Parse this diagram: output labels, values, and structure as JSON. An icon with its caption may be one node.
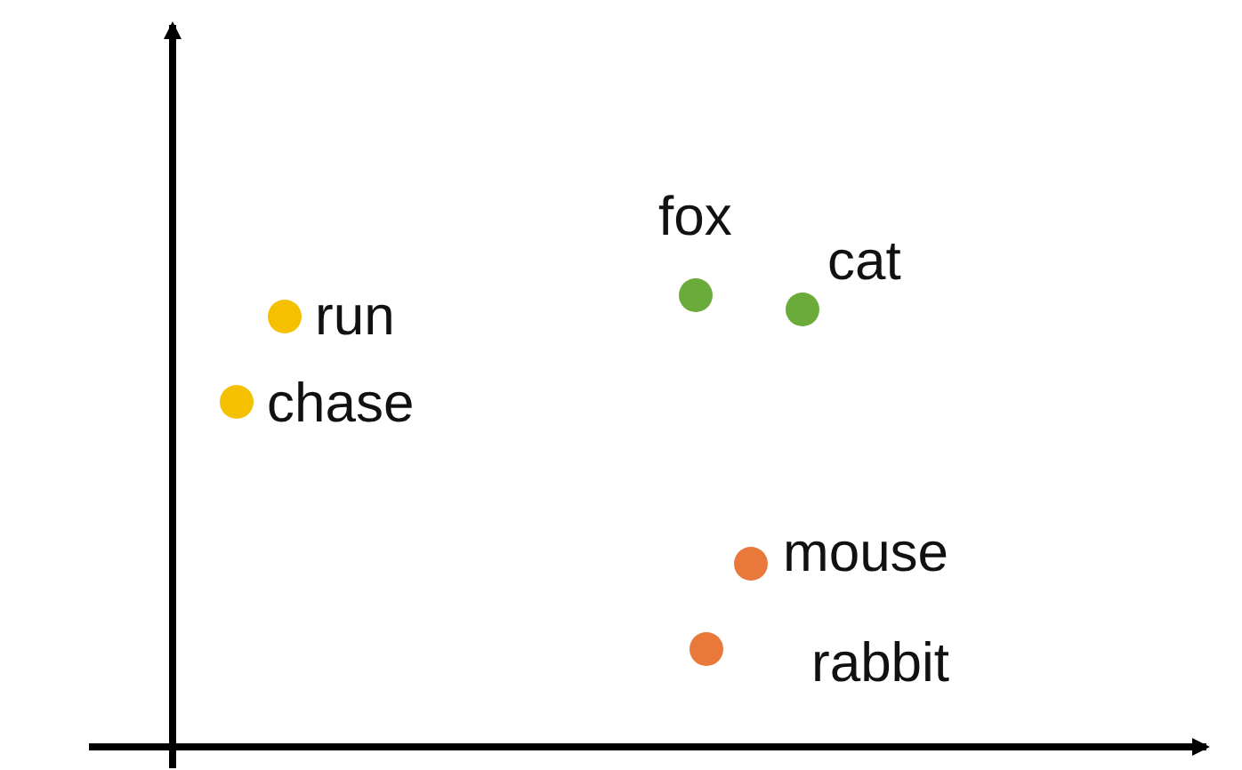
{
  "diagram": {
    "labels": [
      "fox",
      "cat",
      "run",
      "chase",
      "mouse",
      "rabbit"
    ]
  }
}
